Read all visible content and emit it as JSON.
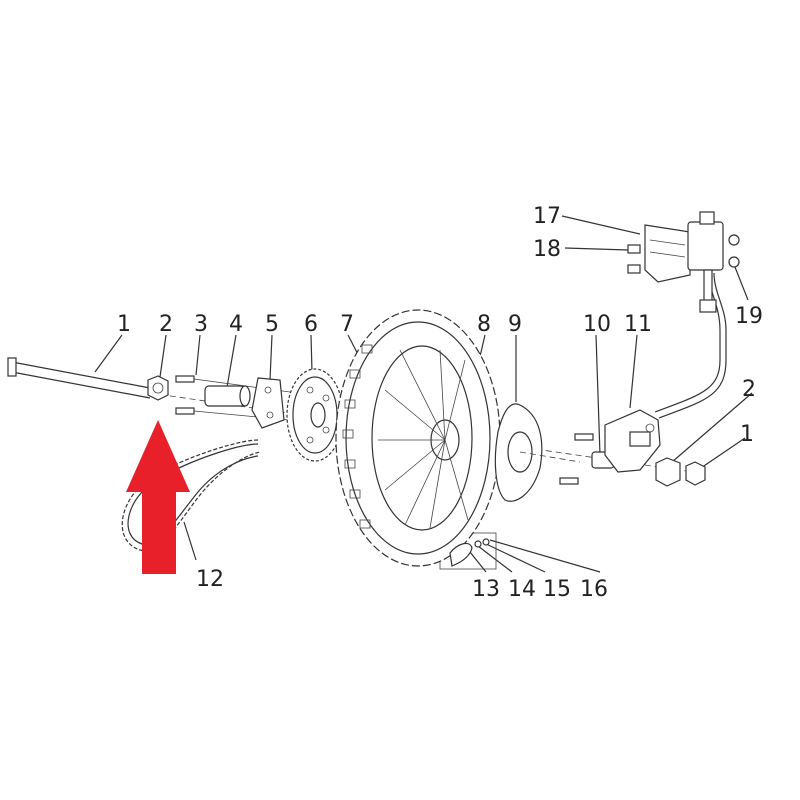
{
  "labels": {
    "l1a": "1",
    "l2a": "2",
    "l3": "3",
    "l4": "4",
    "l5": "5",
    "l6": "6",
    "l7": "7",
    "l8": "8",
    "l9": "9",
    "l10": "10",
    "l11": "11",
    "l12": "12",
    "l13": "13",
    "l14": "14",
    "l15": "15",
    "l16": "16",
    "l17": "17",
    "l18": "18",
    "l19": "19",
    "l2b": "2",
    "l1b": "1"
  },
  "colors": {
    "line": "#333333",
    "highlight_arrow": "#e8202a"
  },
  "highlight": {
    "target_part": "2",
    "icon": "up-arrow-icon"
  }
}
